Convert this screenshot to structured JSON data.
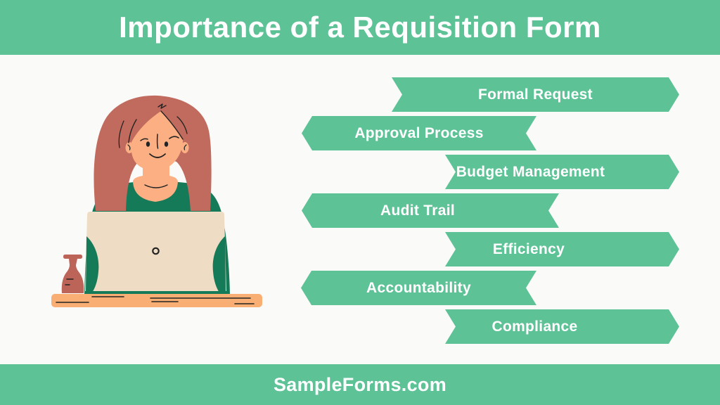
{
  "header": {
    "title": "Importance of a Requisition Form"
  },
  "arrows": [
    {
      "label": "Formal Request",
      "direction": "right"
    },
    {
      "label": "Approval Process",
      "direction": "left"
    },
    {
      "label": "Budget Management",
      "direction": "right"
    },
    {
      "label": "Audit Trail",
      "direction": "left"
    },
    {
      "label": "Efficiency",
      "direction": "right"
    },
    {
      "label": "Accountability",
      "direction": "left"
    },
    {
      "label": "Compliance",
      "direction": "right"
    }
  ],
  "footer": {
    "site": "SampleForms.com"
  },
  "illustration": {
    "description": "woman with long reddish hair in a green sweater working on a laptop at a desk with a small red vase"
  },
  "colors": {
    "banner_green": "#5ec297",
    "background": "#fafaf8",
    "text_white": "#ffffff",
    "sweater_green": "#157a58",
    "skin": "#fbaf83",
    "hair_red": "#c16a5e",
    "laptop_cream": "#efdcc4",
    "desk_orange": "#f9ae74",
    "vase_red": "#bd6459",
    "line_dark": "#232323"
  }
}
